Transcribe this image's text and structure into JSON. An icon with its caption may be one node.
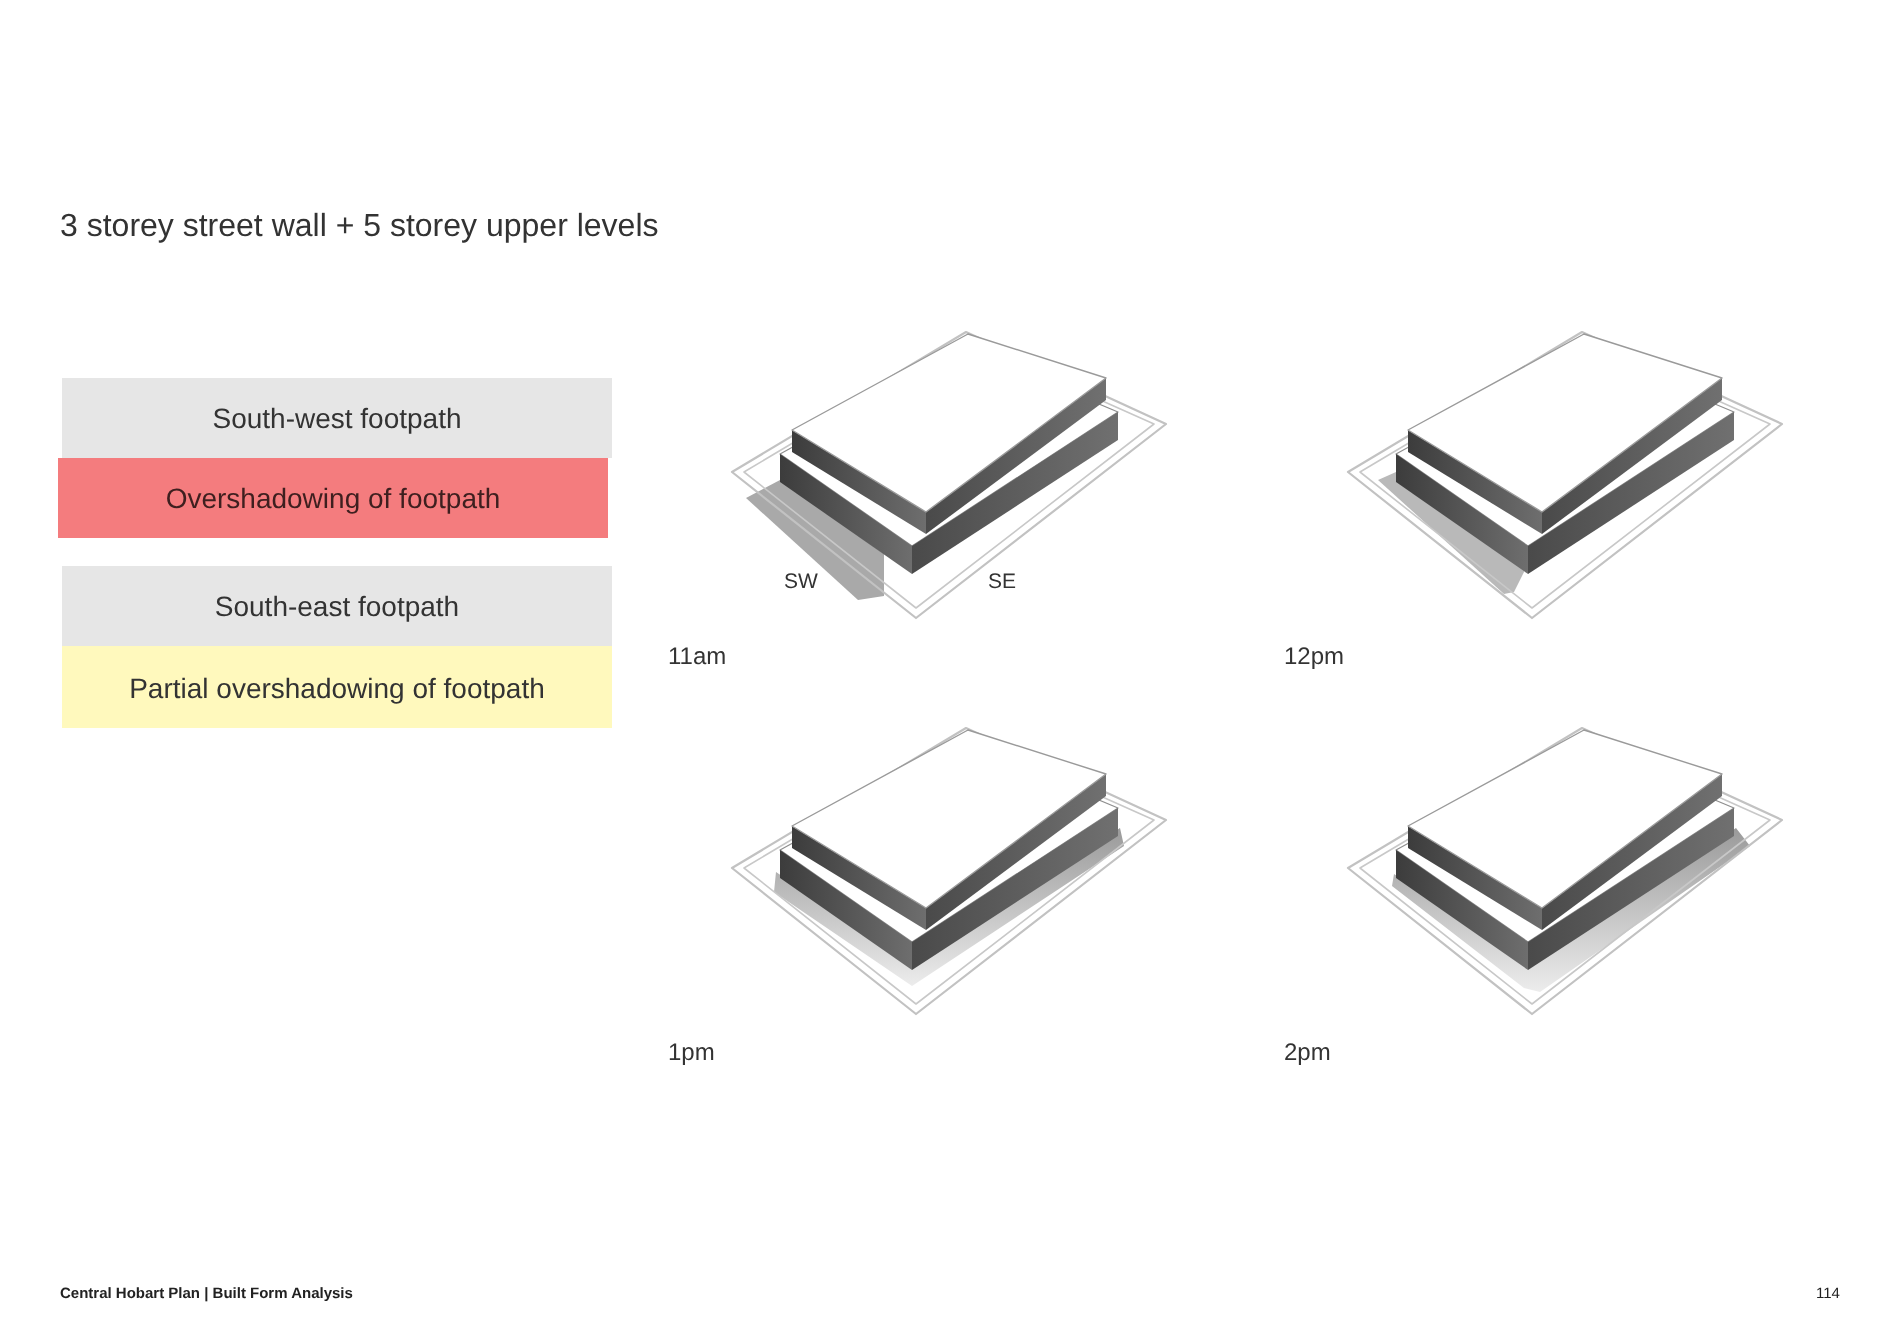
{
  "diagram": {
    "title": "3 storey street wall + 5 storey upper levels",
    "nodes": [
      {
        "text": [
          "South-west footpath"
        ]
      },
      {
        "text": [
          "Overshadowing of footpath"
        ]
      },
      {
        "text": [
          "South-east footpath"
        ]
      },
      {
        "text": [
          "Partial overshadowing of footpath"
        ]
      }
    ],
    "labels": [
      "SW",
      "SE",
      "11am",
      "12pm",
      "1pm",
      "2pm",
      "Central Hobart Plan | Built Form Analysis",
      "114"
    ]
  }
}
